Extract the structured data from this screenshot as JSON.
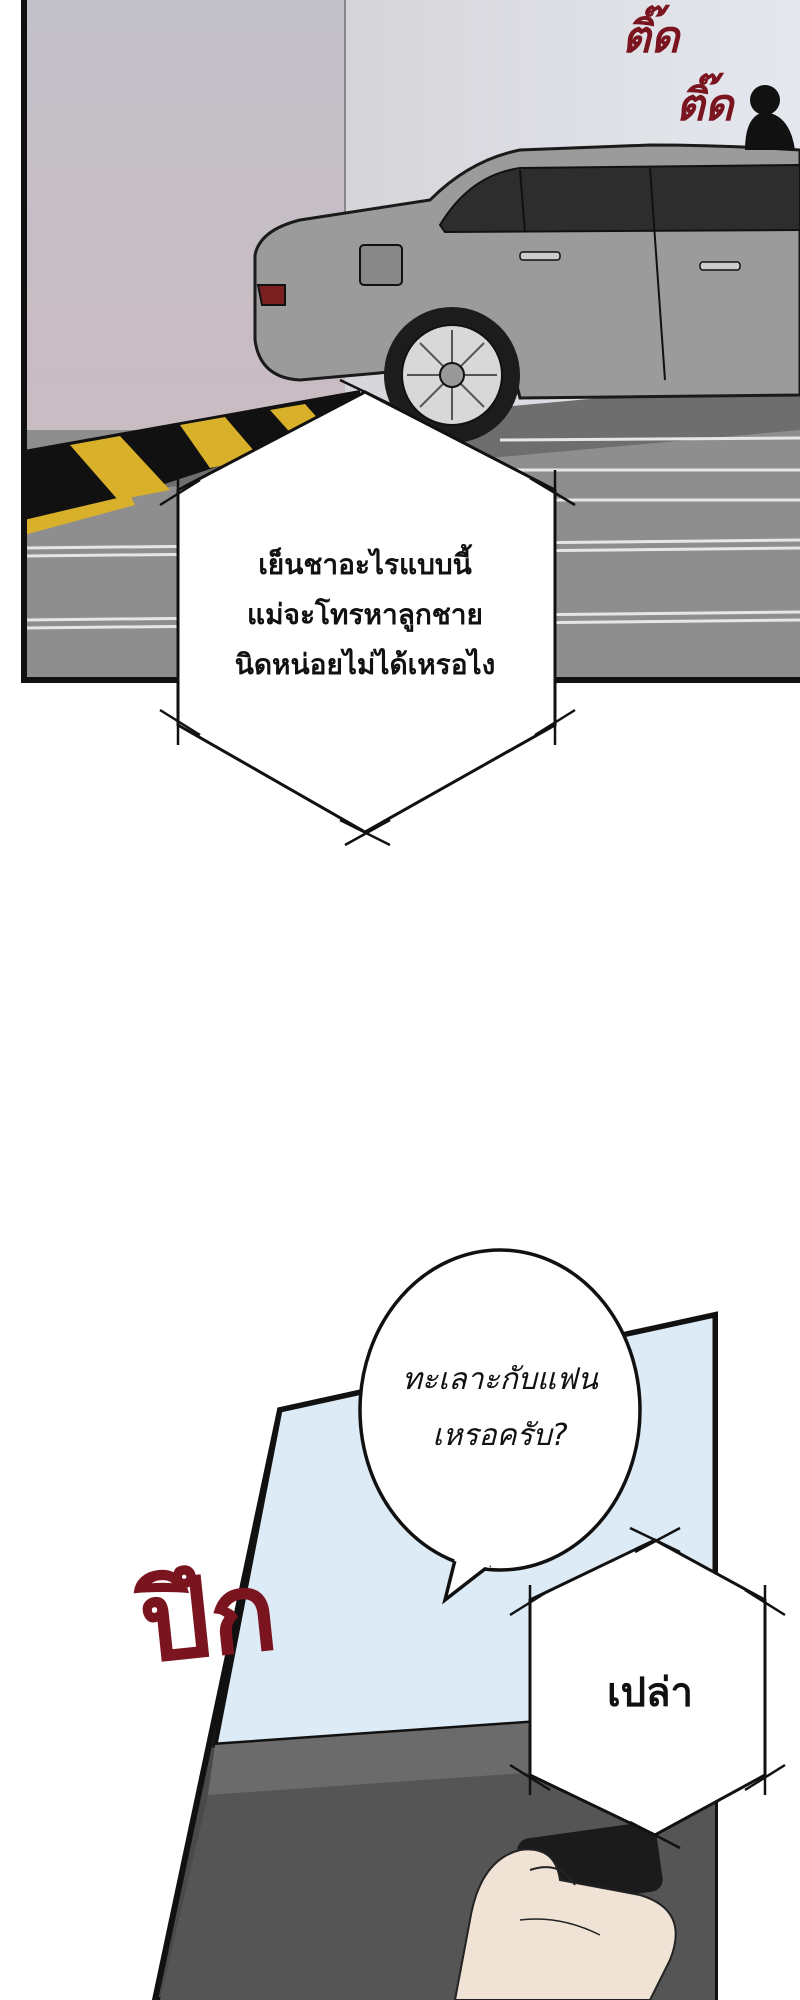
{
  "panel_top": {
    "sfx_1": "ติ๊ด",
    "sfx_2": "ติ๊ด",
    "narration_lines": [
      "เย็นชาอะไรแบบนี้",
      "แม่จะโทรหาลูกชาย",
      "นิดหน่อยไม่ได้เหรอไง"
    ]
  },
  "panel_bottom": {
    "speech_lines": [
      "ทะเลาะกับแฟน",
      "เหรอครับ?"
    ],
    "sfx": "ปึก",
    "reply": "เปล่า"
  },
  "colors": {
    "sfx_red": "#7a1520",
    "panel_border": "#111111",
    "wall": "#c9c6cc",
    "floor": "#8f8f8f",
    "car_body": "#9a9a9a",
    "window": "#dcebf5"
  }
}
